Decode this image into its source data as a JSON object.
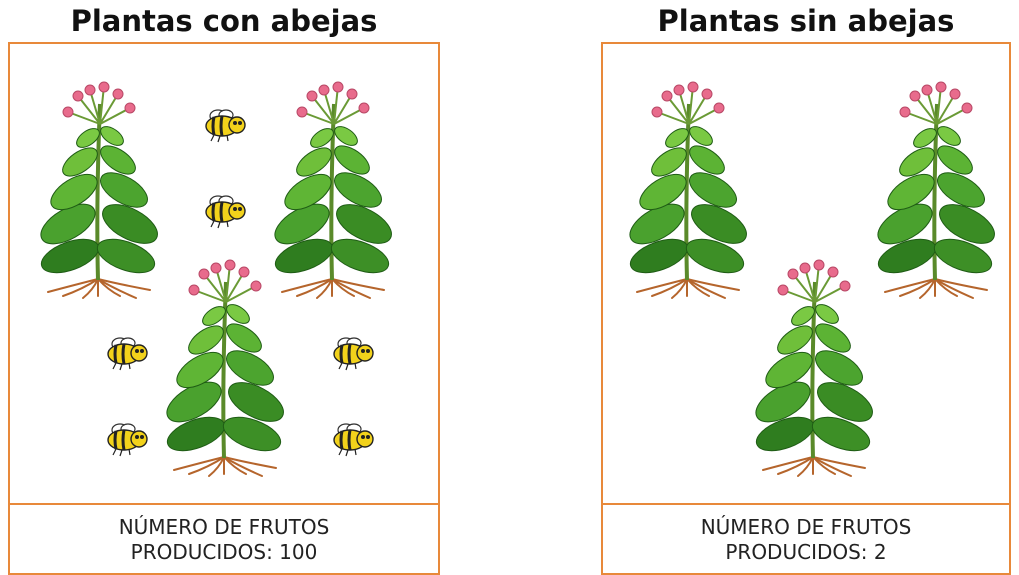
{
  "panels": [
    {
      "title": "Plantas con abejas",
      "caption_line1": "NÚMERO DE FRUTOS",
      "caption_line2": "PRODUCIDOS: 100",
      "plants": 3,
      "bees": 6
    },
    {
      "title": "Plantas sin abejas",
      "caption_line1": "NÚMERO DE FRUTOS",
      "caption_line2": "PRODUCIDOS: 2",
      "plants": 3,
      "bees": 0
    }
  ],
  "colors": {
    "border": "#e8893a",
    "leaf_dark": "#2f7d1f",
    "leaf_light": "#6fbf3a",
    "flower": "#e86b8c",
    "root": "#b5652c",
    "bee_body": "#f2d21b"
  },
  "icons": [
    "plant-icon",
    "bee-icon"
  ]
}
